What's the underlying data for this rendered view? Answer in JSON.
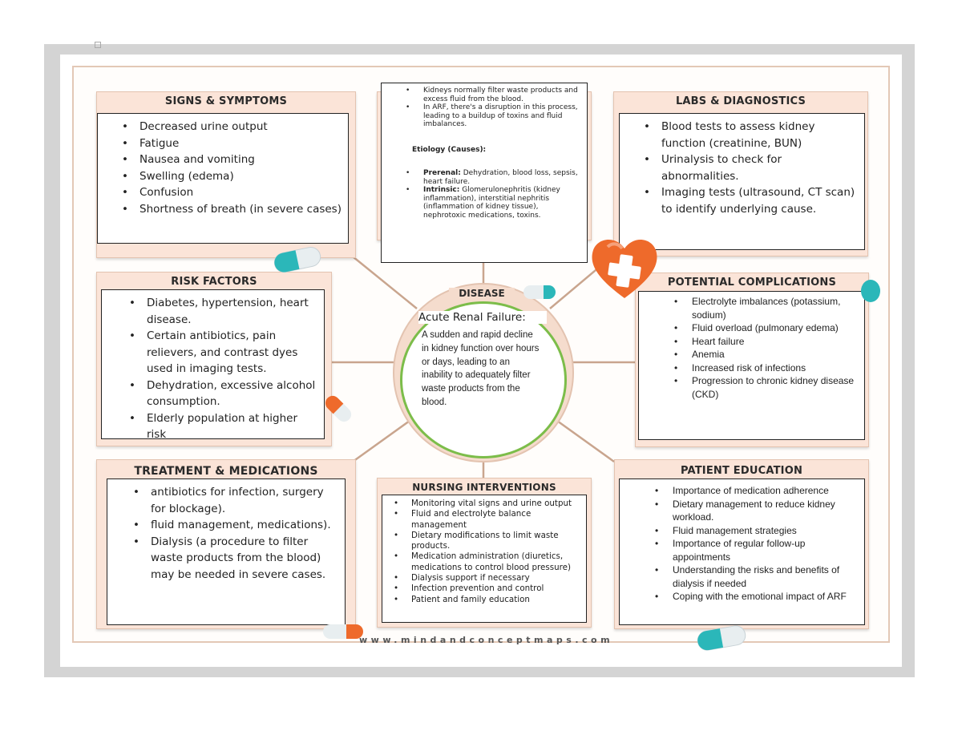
{
  "diagram": {
    "disease_label": "DISEASE",
    "center_title": "Acute Renal Failure:",
    "center_description": "A sudden and rapid decline in kidney function over hours or days, leading to an inability to adequately filter waste products from the blood.",
    "website": "www.mindandconceptmaps.com",
    "pathophysiology": {
      "items": [
        "Kidneys normally filter waste products and excess fluid from the blood.",
        "In ARF, there's a disruption in this process, leading to a buildup of toxins and fluid imbalances."
      ],
      "etiology_heading": "Etiology (Causes):",
      "causes": [
        {
          "label": "Prerenal:",
          "text": " Dehydration, blood loss, sepsis, heart failure."
        },
        {
          "label": "Intrinsic:",
          "text": " Glomerulonephritis (kidney inflammation), interstitial nephritis (inflammation of kidney tissue), nephrotoxic medications, toxins."
        }
      ]
    },
    "signs_symptoms": {
      "title": "SIGNS & SYMPTOMS",
      "items": [
        "Decreased urine output",
        "Fatigue",
        "Nausea and vomiting",
        "Swelling (edema)",
        "Confusion",
        "Shortness of breath (in severe cases)"
      ]
    },
    "labs_diagnostics": {
      "title": "LABS & DIAGNOSTICS",
      "items": [
        "Blood tests to assess kidney function (creatinine, BUN)",
        "Urinalysis to check for abnormalities.",
        "Imaging tests (ultrasound, CT scan) to identify underlying cause."
      ]
    },
    "risk_factors": {
      "title": "RISK FACTORS",
      "items": [
        "Diabetes, hypertension, heart disease.",
        "Certain antibiotics, pain relievers, and contrast dyes used in imaging tests.",
        "Dehydration, excessive alcohol consumption.",
        "Elderly population at higher risk"
      ]
    },
    "potential_complications": {
      "title": "POTENTIAL COMPLICATIONS",
      "items": [
        "Electrolyte imbalances (potassium, sodium)",
        "Fluid overload (pulmonary edema)",
        "Heart failure",
        "Anemia",
        "Increased risk of infections",
        "Progression to chronic kidney disease (CKD)"
      ]
    },
    "treatment_medications": {
      "title": "TREATMENT & MEDICATIONS",
      "items": [
        "antibiotics for infection, surgery for blockage).",
        "fluid management, medications).",
        "Dialysis (a procedure to filter waste products from the blood) may be needed in severe cases."
      ]
    },
    "nursing_interventions": {
      "title": "NURSING INTERVENTIONS",
      "items": [
        "Monitoring vital signs and urine output",
        "Fluid and electrolyte balance management",
        "Dietary modifications to limit waste products.",
        "Medication administration (diuretics, medications to control blood pressure)",
        "Dialysis support if necessary",
        "Infection prevention and control",
        "Patient and family education"
      ]
    },
    "patient_education": {
      "title": "PATIENT EDUCATION",
      "items": [
        "Importance of medication adherence",
        "Dietary management to reduce kidney workload.",
        "Fluid management strategies",
        "Importance of regular follow-up appointments",
        "Understanding the risks and benefits of dialysis if needed",
        "Coping with the emotional impact of ARF"
      ]
    },
    "colors": {
      "panel_fill": "#fbe4d8",
      "panel_border": "#e3c3b0",
      "center_ring": "#7cbd4a",
      "connector": "#c9a58e",
      "capsule_teal": "#2bb7b9",
      "capsule_orange": "#ee6a2b",
      "heart": "#ee6a2b"
    },
    "icons": [
      "capsule-icon",
      "heart-cross-icon",
      "teal-dot-icon"
    ]
  }
}
